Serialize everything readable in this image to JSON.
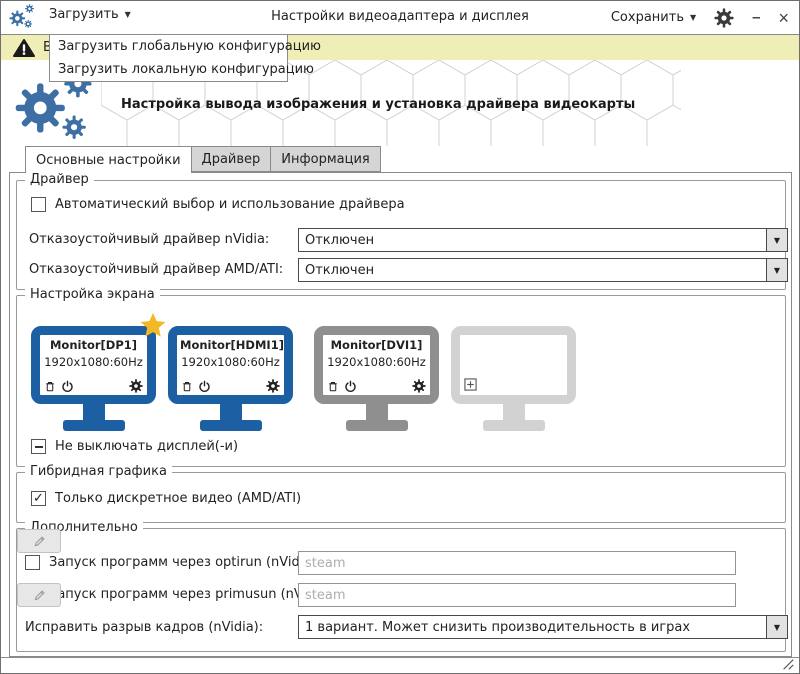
{
  "window": {
    "title": "Настройки видеоадаптера и дисплея"
  },
  "toolbar": {
    "load_label": "Загрузить",
    "save_label": "Сохранить"
  },
  "load_menu": {
    "items": [
      {
        "label": "Загрузить глобальную конфигурацию"
      },
      {
        "label": "Загрузить локальную конфигурацию"
      }
    ]
  },
  "warning_bar": {
    "visible_text": "В"
  },
  "header": {
    "title": "Настройка вывода изображения и установка драйвера видеокарты"
  },
  "tabs": [
    {
      "label": "Основные настройки",
      "active": true
    },
    {
      "label": "Драйвер",
      "active": false
    },
    {
      "label": "Информация",
      "active": false
    }
  ],
  "groups": {
    "driver": {
      "legend": "Драйвер",
      "auto_select": {
        "label": "Автоматический выбор и использование драйвера",
        "checked": false
      },
      "nvidia_failsafe": {
        "label": "Отказоустойчивый драйвер nVidia:",
        "value": "Отключен"
      },
      "amd_failsafe": {
        "label": "Отказоустойчивый драйвер AMD/ATI:",
        "value": "Отключен"
      }
    },
    "screen": {
      "legend": "Настройка экрана",
      "monitors": [
        {
          "name": "Monitor[DP1]",
          "mode": "1920x1080:60Hz",
          "state": "primary"
        },
        {
          "name": "Monitor[HDMI1]",
          "mode": "1920x1080:60Hz",
          "state": "active"
        },
        {
          "name": "Monitor[DVI1]",
          "mode": "1920x1080:60Hz",
          "state": "inactive"
        },
        {
          "name": "",
          "mode": "",
          "state": "empty"
        }
      ],
      "keep_displays_on": {
        "label": "Не выключать дисплей(-и)",
        "state": "indeterminate"
      }
    },
    "hybrid": {
      "legend": "Гибридная графика",
      "discrete_only": {
        "label": "Только дискретное видео (AMD/ATI)",
        "checked": true
      }
    },
    "extra": {
      "legend": "Дополнительно",
      "optirun": {
        "label": "Запуск программ через optirun (nVidia):",
        "checked": false,
        "value": "",
        "placeholder": "steam"
      },
      "primusun": {
        "label": "Запуск программ через primusun (nVidia):",
        "checked": false,
        "value": "",
        "placeholder": "steam"
      },
      "tearing": {
        "label": "Исправить разрыв кадров (nVidia):",
        "value": "1 вариант. Может снизить производительность в играх"
      }
    }
  },
  "icons": {
    "caret_down": "▼",
    "minimize": "–",
    "close": "×",
    "check": "✓"
  },
  "colors": {
    "accent_blue": "#1d5fa3",
    "monitor_inactive": "#8f8f8f",
    "monitor_empty": "#d2d2d2",
    "star_gold": "#f2b825",
    "warning_bg": "#eeeeb6"
  }
}
